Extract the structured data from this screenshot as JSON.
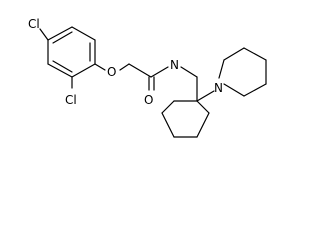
{
  "molecule": {
    "atom_labels": {
      "cl_top": "Cl",
      "cl_bottom": "Cl",
      "oxygen_ether": "O",
      "oxygen_carbonyl": "O",
      "nitrogen_amide": "N",
      "nitrogen_piperidine": "N"
    },
    "colors": {
      "bond": "#000000",
      "label": "#000000",
      "background": "#ffffff"
    }
  }
}
